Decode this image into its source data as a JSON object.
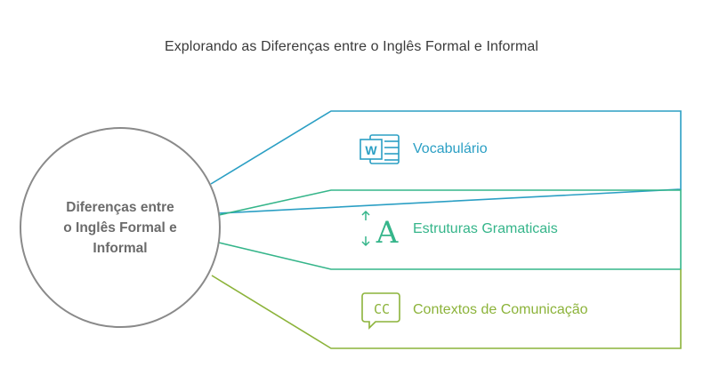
{
  "title": "Explorando as Diferenças entre o Inglês Formal e Informal",
  "center": {
    "lines": [
      "Diferenças entre",
      "o Inglês Formal e",
      "Informal"
    ]
  },
  "branches": [
    {
      "label": "Vocabulário",
      "icon": "word-document-icon",
      "color": "#2b9fc4"
    },
    {
      "label": "Estruturas Gramaticais",
      "icon": "text-size-icon",
      "color": "#35b58a"
    },
    {
      "label": "Contextos de Comunicação",
      "icon": "closed-caption-icon",
      "color": "#8cb33a"
    }
  ],
  "icons": {
    "word_letter": "W",
    "grammar_letter": "A",
    "caption_text": "CC"
  }
}
